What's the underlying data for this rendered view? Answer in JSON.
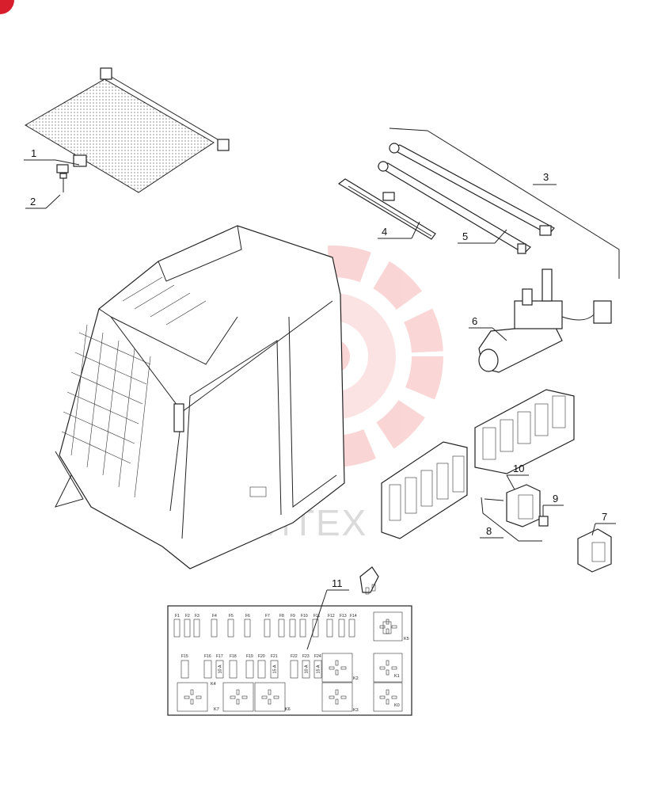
{
  "callouts": [
    {
      "id": "1",
      "text": "1"
    },
    {
      "id": "2",
      "text": "2"
    },
    {
      "id": "3",
      "text": "3"
    },
    {
      "id": "4",
      "text": "4"
    },
    {
      "id": "5",
      "text": "5"
    },
    {
      "id": "6",
      "text": "6"
    },
    {
      "id": "7",
      "text": "7"
    },
    {
      "id": "8",
      "text": "8"
    },
    {
      "id": "9",
      "text": "9"
    },
    {
      "id": "10",
      "text": "10"
    },
    {
      "id": "11",
      "text": "11"
    }
  ],
  "fuse_board": {
    "top_row_labels": [
      "F1",
      "F2",
      "F3",
      "F4",
      "F5",
      "F6",
      "F7",
      "F8",
      "F9",
      "F10",
      "F11",
      "F12",
      "F13",
      "F14"
    ],
    "mid_row_labels": [
      "F15",
      "F16",
      "F17",
      "F18",
      "F19",
      "F20",
      "F21",
      "F22",
      "F23",
      "F24"
    ],
    "ratings": {
      "F17": "10 A",
      "F21": "15 A",
      "F23": "10 A",
      "F24": "15 A"
    },
    "relays": [
      "K5",
      "K1",
      "K0",
      "K2",
      "K3",
      "K4",
      "K7",
      "K6"
    ]
  },
  "watermark": {
    "text": "КИТЕХ",
    "color": "#f08a8a"
  },
  "corner_badge": {
    "color": "#d81e2c"
  }
}
